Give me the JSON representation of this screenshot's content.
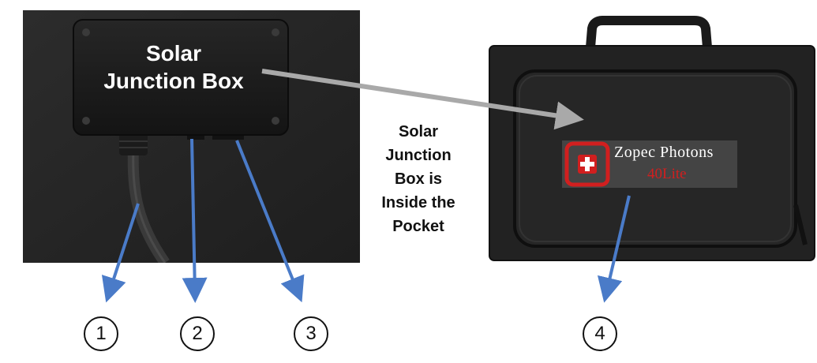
{
  "junction_box": {
    "label_line1": "Solar",
    "label_line2": "Junction Box"
  },
  "callout": {
    "lines": [
      "Solar",
      "Junction",
      "Box is",
      "Inside the",
      "Pocket"
    ]
  },
  "bag": {
    "brand_name": "Zopec Photons",
    "model": "40Lite"
  },
  "markers": [
    "1",
    "2",
    "3",
    "4"
  ],
  "colors": {
    "arrow_blue": "#4a7bc8",
    "arrow_gray": "#a9a9a9",
    "brand_red": "#d11f1f"
  }
}
